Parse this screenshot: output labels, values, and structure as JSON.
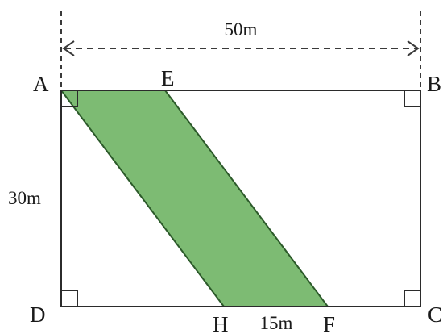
{
  "diagram": {
    "points": {
      "A": "A",
      "B": "B",
      "C": "C",
      "D": "D",
      "E": "E",
      "F": "F",
      "H": "H"
    },
    "dimensions": {
      "width": "50m",
      "height": "30m",
      "hf": "15m"
    },
    "colors": {
      "shaded": "#7dbb73",
      "shaded_stroke": "#2c5a2a",
      "lines": "#2b2b2b",
      "dash": "#3a3a3a"
    }
  }
}
